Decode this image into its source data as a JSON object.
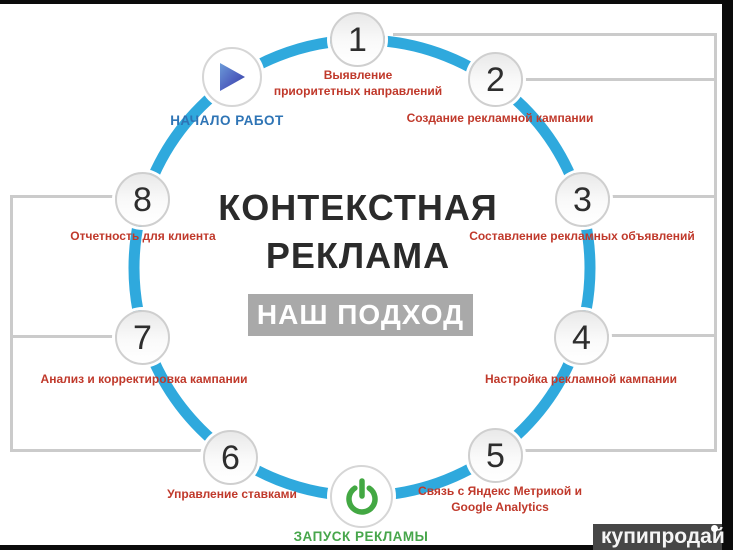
{
  "title": {
    "line1": "КОНТЕКСТНАЯ",
    "line2": "РЕКЛАМА",
    "badge": "НАШ ПОДХОД"
  },
  "start": {
    "icon": "play-icon",
    "label": "НАЧАЛО РАБОТ"
  },
  "launch": {
    "icon": "power-icon",
    "label": "ЗАПУСК РЕКЛАМЫ"
  },
  "steps": [
    {
      "number": "1",
      "lines": [
        "Выявление",
        "приоритетных направлений"
      ]
    },
    {
      "number": "2",
      "lines": [
        "Создание рекламной кампании"
      ]
    },
    {
      "number": "3",
      "lines": [
        "Составление рекламных объявлений"
      ]
    },
    {
      "number": "4",
      "lines": [
        "Настройка рекламной кампании"
      ]
    },
    {
      "number": "5",
      "lines": [
        "Связь с Яндекс Метрикой и",
        "Google Analytics"
      ]
    },
    {
      "number": "6",
      "lines": [
        "Управление ставками"
      ]
    },
    {
      "number": "7",
      "lines": [
        "Анализ и корректировка кампании"
      ]
    },
    {
      "number": "8",
      "lines": [
        "Отчетность для клиента"
      ]
    }
  ],
  "watermark": {
    "text": "купипродай"
  },
  "colors": {
    "ring_blue": "#2fa9dd",
    "step_label_red": "#c0392b",
    "start_blue": "#2e74b5",
    "launch_green": "#47a64b",
    "banner_gray": "#a9a9a9",
    "title_black": "#2b2b2b",
    "watermark_bg": "#464646",
    "callout_gray": "#cbcbcb"
  }
}
